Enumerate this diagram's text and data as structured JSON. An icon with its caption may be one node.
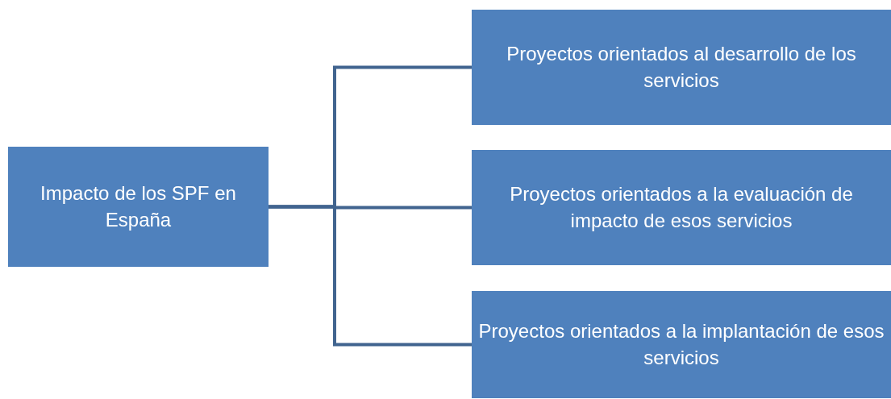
{
  "diagram": {
    "nodes": [
      {
        "text": [
          "Impacto de los SPF en España"
        ]
      },
      {
        "text": [
          "Proyectos orientados al desarrollo de los servicios"
        ]
      },
      {
        "text": [
          "Proyectos orientados a la evaluación de impacto de esos servicios"
        ]
      },
      {
        "text": [
          "Proyectos orientados a la implantación de esos servicios"
        ]
      }
    ],
    "edges": [
      {
        "from": 0,
        "to": 1,
        "arrow": "none"
      },
      {
        "from": 0,
        "to": 2,
        "arrow": "none"
      },
      {
        "from": 0,
        "to": 3,
        "arrow": "none"
      }
    ]
  }
}
